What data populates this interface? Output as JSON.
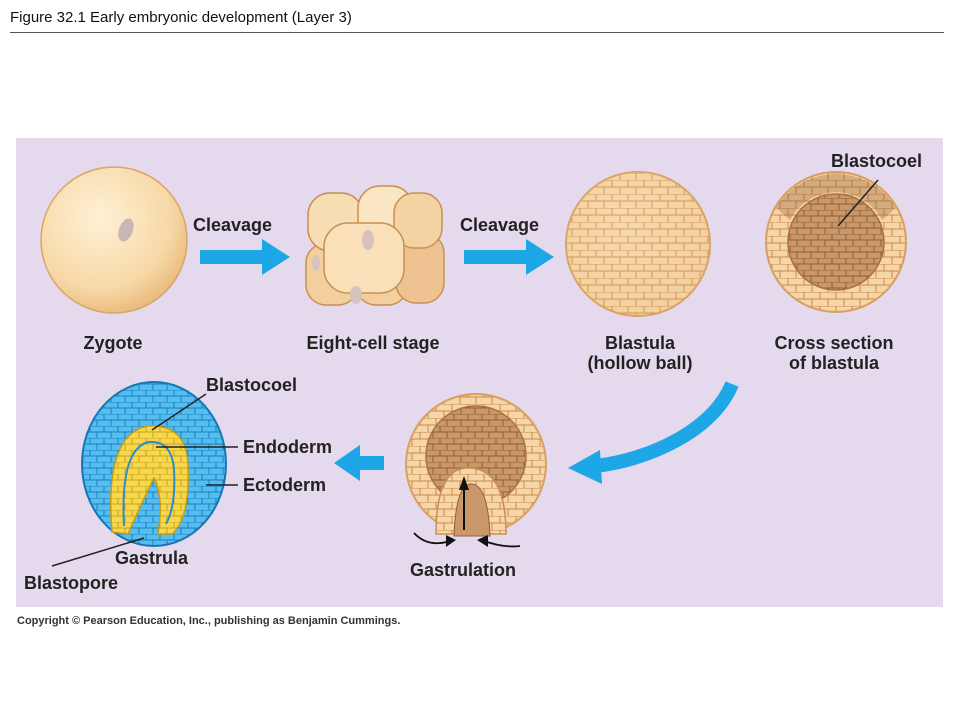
{
  "header": {
    "title": "Figure 32.1  Early embryonic development (Layer 3)"
  },
  "labels": {
    "cleavage_1": "Cleavage",
    "cleavage_2": "Cleavage",
    "zygote": "Zygote",
    "eight_cell": "Eight-cell stage",
    "blastula_line1": "Blastula",
    "blastula_line2": "(hollow ball)",
    "blastocoel_top": "Blastocoel",
    "cross_line1": "Cross section",
    "cross_line2": "of blastula",
    "blastocoel_bottom": "Blastocoel",
    "endoderm": "Endoderm",
    "ectoderm": "Ectoderm",
    "gastrula": "Gastrula",
    "blastopore": "Blastopore",
    "gastrulation": "Gastrulation"
  },
  "footer": {
    "copyright": "Copyright © Pearson Education, Inc., publishing as Benjamin Cummings."
  },
  "colors": {
    "panel": "#e5d9ee",
    "arrow": "#1ea7e6",
    "cell": "#f3cf9e",
    "endoderm": "#f5d43f",
    "ectoderm": "#45b4ee"
  }
}
